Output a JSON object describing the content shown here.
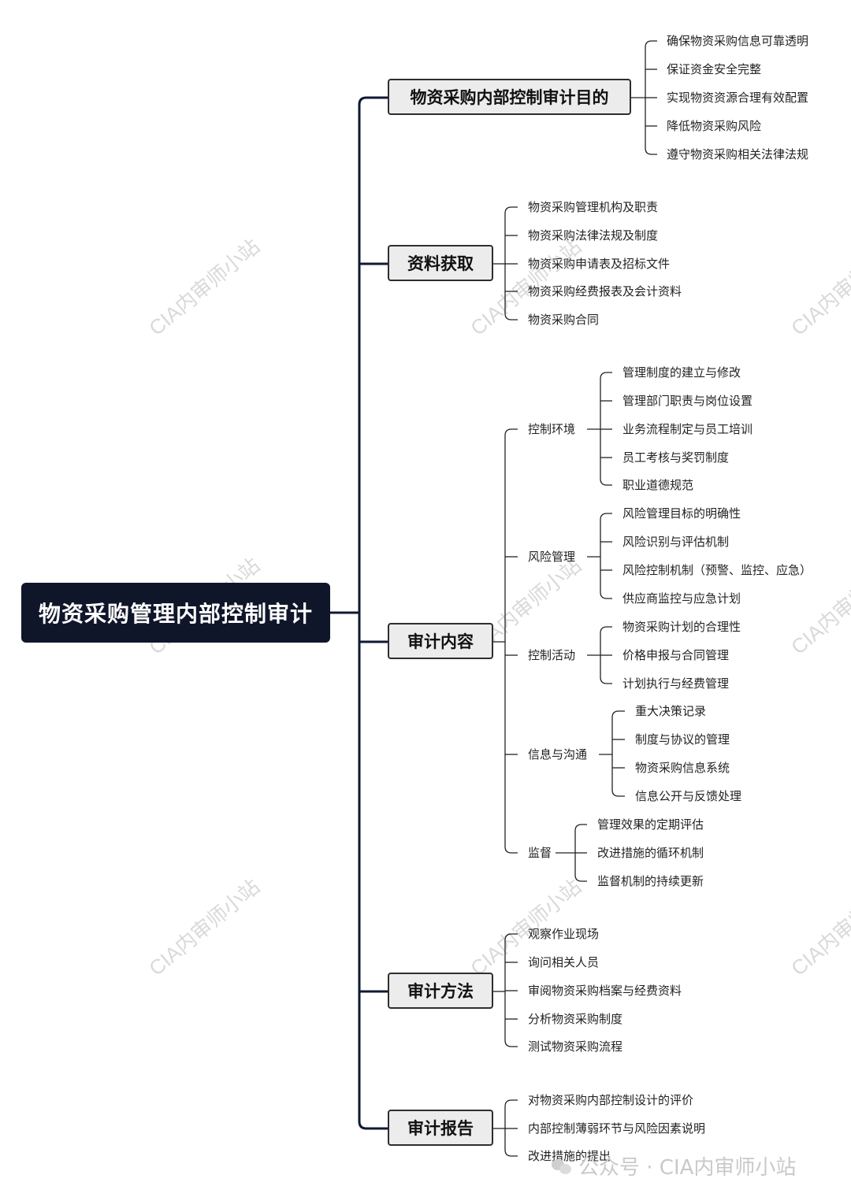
{
  "root": "物资采购管理内部控制审计",
  "branches": [
    {
      "label": "物资采购内部控制审计目的",
      "items": [
        "确保物资采购信息可靠透明",
        "保证资金安全完整",
        "实现物资资源合理有效配置",
        "降低物资采购风险",
        "遵守物资采购相关法律法规"
      ]
    },
    {
      "label": "资料获取",
      "items": [
        "物资采购管理机构及职责",
        "物资采购法律法规及制度",
        "物资采购申请表及招标文件",
        "物资采购经费报表及会计资料",
        "物资采购合同"
      ]
    },
    {
      "label": "审计内容",
      "groups": [
        {
          "label": "控制环境",
          "items": [
            "管理制度的建立与修改",
            "管理部门职责与岗位设置",
            "业务流程制定与员工培训",
            "员工考核与奖罚制度",
            "职业道德规范"
          ]
        },
        {
          "label": "风险管理",
          "items": [
            "风险管理目标的明确性",
            "风险识别与评估机制",
            "风险控制机制（预警、监控、应急）",
            "供应商监控与应急计划"
          ]
        },
        {
          "label": "控制活动",
          "items": [
            "物资采购计划的合理性",
            "价格申报与合同管理",
            "计划执行与经费管理"
          ]
        },
        {
          "label": "信息与沟通",
          "items": [
            "重大决策记录",
            "制度与协议的管理",
            "物资采购信息系统",
            "信息公开与反馈处理"
          ]
        },
        {
          "label": "监督",
          "items": [
            "管理效果的定期评估",
            "改进措施的循环机制",
            "监督机制的持续更新"
          ]
        }
      ]
    },
    {
      "label": "审计方法",
      "items": [
        "观察作业现场",
        "询问相关人员",
        "审阅物资采购档案与经费资料",
        "分析物资采购制度",
        "测试物资采购流程"
      ]
    },
    {
      "label": "审计报告",
      "items": [
        "对物资采购内部控制设计的评价",
        "内部控制薄弱环节与风险因素说明",
        "改进措施的提出"
      ]
    }
  ],
  "watermark": "CIA内审师小站",
  "footer": {
    "text": "公众号 · CIA内审师小站",
    "icon": "wechat-icon"
  }
}
